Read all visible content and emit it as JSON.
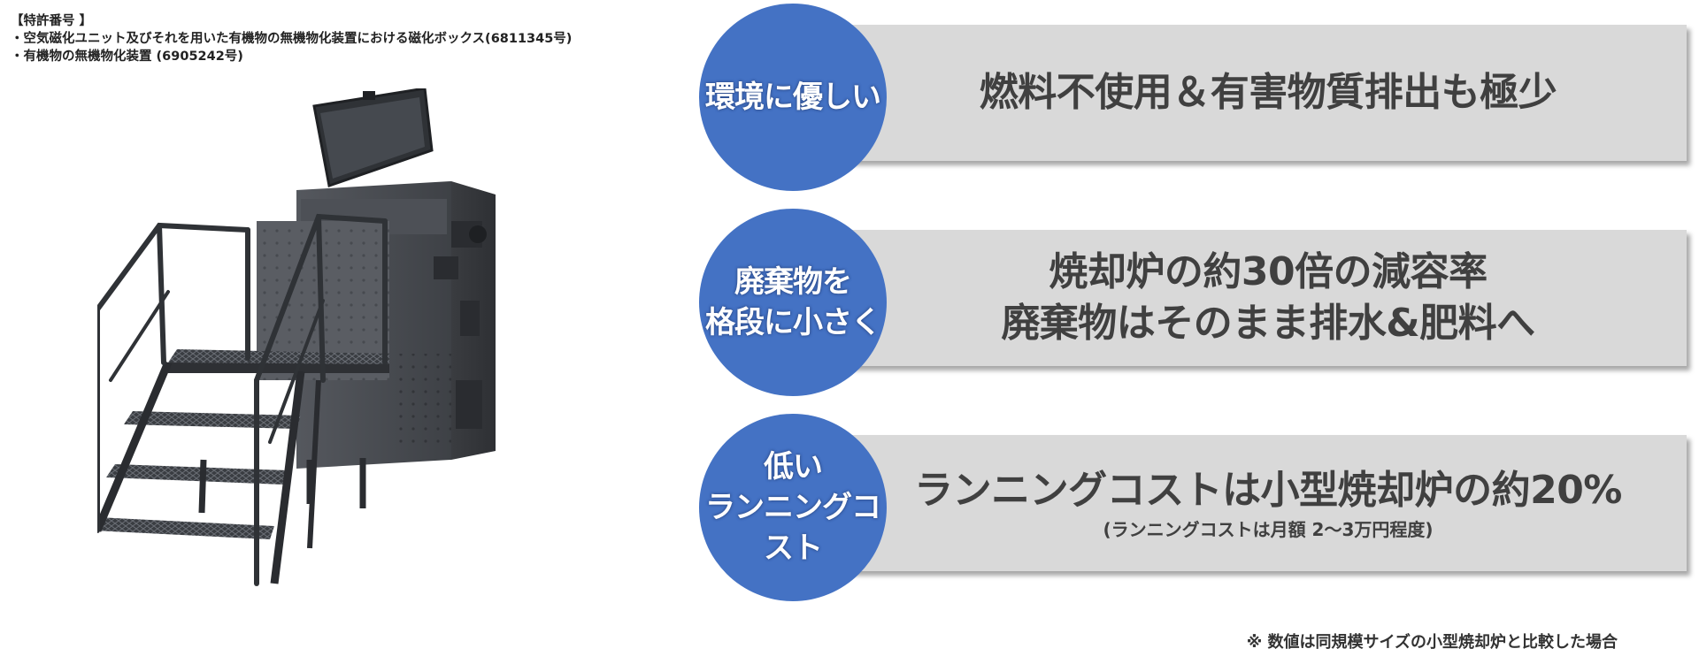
{
  "patent": {
    "heading": "【特許番号 】",
    "items": [
      "・空気磁化ユニット及びそれを用いた有機物の無機物化装置における磁化ボックス(6811345号)",
      "・有機物の無機物化装置 (6905242号)"
    ]
  },
  "features": [
    {
      "circle": "環境に優しい",
      "lines": [
        "燃料不使用＆有害物質排出も極少"
      ],
      "sub": ""
    },
    {
      "circle": "廃棄物を\n格段に小さく",
      "lines": [
        "焼却炉の約30倍の減容率",
        "廃棄物はそのまま排水&肥料へ"
      ],
      "sub": ""
    },
    {
      "circle": "低い\nランニングコスト",
      "lines": [
        "ランニングコストは小型焼却炉の約20%"
      ],
      "sub": "(ランニングコストは月額 2～3万円程度)"
    }
  ],
  "footnote": "※ 数値は同規模サイズの小型焼却炉と比較した場合",
  "colors": {
    "circle": "#4472c4",
    "bar": "#d9d9d9",
    "bar_text": "#404040",
    "machine_body": "#4a4d52"
  }
}
